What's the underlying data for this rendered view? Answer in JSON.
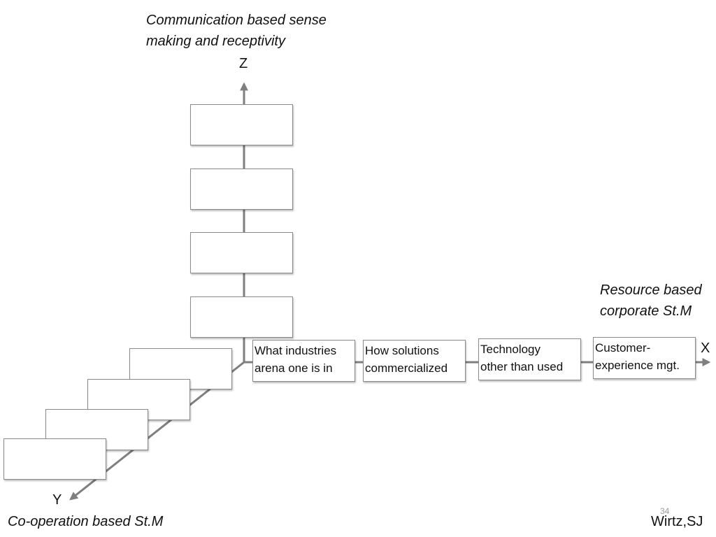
{
  "axes": {
    "z": {
      "letter": "Z",
      "heading_lines": [
        "Communication based sense",
        "making and receptivity"
      ],
      "box_count": 4
    },
    "x": {
      "letter": "X",
      "heading_lines": [
        "Resource based",
        "corporate St.M"
      ],
      "boxes": [
        {
          "lines": [
            "What industries",
            "arena one is in"
          ]
        },
        {
          "lines": [
            "How solutions",
            "commercialized"
          ]
        },
        {
          "lines": [
            "Technology",
            "other than used"
          ]
        },
        {
          "lines": [
            "Customer-",
            "experience mgt."
          ]
        }
      ]
    },
    "y": {
      "letter": "Y",
      "heading_lines": [
        "Co-operation based St.M"
      ],
      "box_count": 4
    }
  },
  "footer": {
    "slide_number": "34",
    "author": "Wirtz,SJ"
  },
  "colors": {
    "axis_line": "#7f7f7f",
    "box_border": "#8a8a8a",
    "text": "#111111"
  }
}
